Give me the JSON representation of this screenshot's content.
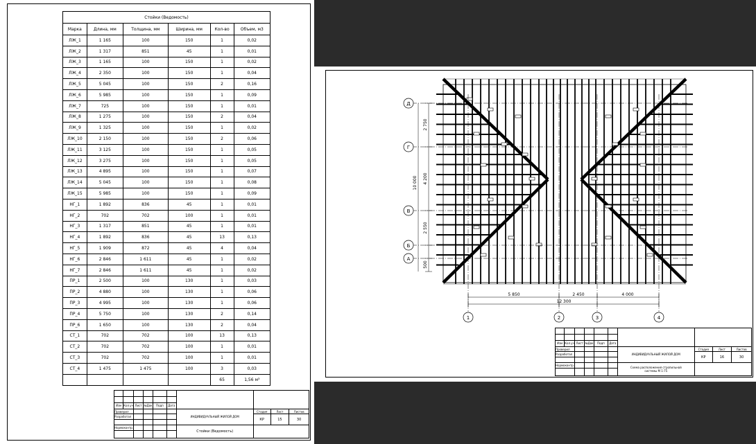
{
  "sheet1": {
    "table_title": "Стойки (Ведомость)",
    "headers": [
      "Марка",
      "Длина, мм",
      "Толщина, мм",
      "Ширина, мм",
      "Кол-во",
      "Объем, м3"
    ],
    "rows": [
      [
        "ЛЖ_1",
        "1 165",
        "100",
        "150",
        "1",
        "0,02"
      ],
      [
        "ЛЖ_2",
        "1 317",
        "851",
        "45",
        "1",
        "0,01"
      ],
      [
        "ЛЖ_3",
        "1 165",
        "100",
        "150",
        "1",
        "0,02"
      ],
      [
        "ЛЖ_4",
        "2 350",
        "100",
        "150",
        "1",
        "0,04"
      ],
      [
        "ЛЖ_5",
        "5 045",
        "100",
        "150",
        "2",
        "0,16"
      ],
      [
        "ЛЖ_6",
        "5 985",
        "100",
        "150",
        "1",
        "0,09"
      ],
      [
        "ЛЖ_7",
        "725",
        "100",
        "150",
        "1",
        "0,01"
      ],
      [
        "ЛЖ_8",
        "1 275",
        "100",
        "150",
        "2",
        "0,04"
      ],
      [
        "ЛЖ_9",
        "1 325",
        "100",
        "150",
        "1",
        "0,02"
      ],
      [
        "ЛЖ_10",
        "2 150",
        "100",
        "150",
        "2",
        "0,06"
      ],
      [
        "ЛЖ_11",
        "3 125",
        "100",
        "150",
        "1",
        "0,05"
      ],
      [
        "ЛЖ_12",
        "3 275",
        "100",
        "150",
        "1",
        "0,05"
      ],
      [
        "ЛЖ_13",
        "4 895",
        "100",
        "150",
        "1",
        "0,07"
      ],
      [
        "ЛЖ_14",
        "5 045",
        "100",
        "150",
        "1",
        "0,08"
      ],
      [
        "ЛЖ_15",
        "5 985",
        "100",
        "150",
        "1",
        "0,09"
      ],
      [
        "НГ_1",
        "1 892",
        "836",
        "45",
        "1",
        "0,01"
      ],
      [
        "НГ_2",
        "702",
        "702",
        "100",
        "1",
        "0,01"
      ],
      [
        "НГ_3",
        "1 317",
        "851",
        "45",
        "1",
        "0,01"
      ],
      [
        "НГ_4",
        "1 892",
        "836",
        "45",
        "13",
        "0,13"
      ],
      [
        "НГ_5",
        "1 909",
        "872",
        "45",
        "4",
        "0,04"
      ],
      [
        "НГ_6",
        "2 846",
        "1 611",
        "45",
        "1",
        "0,02"
      ],
      [
        "НГ_7",
        "2 846",
        "1 611",
        "45",
        "1",
        "0,02"
      ],
      [
        "ПР_1",
        "2 500",
        "100",
        "130",
        "1",
        "0,03"
      ],
      [
        "ПР_2",
        "4 880",
        "100",
        "130",
        "1",
        "0,06"
      ],
      [
        "ПР_3",
        "4 995",
        "100",
        "130",
        "1",
        "0,06"
      ],
      [
        "ПР_4",
        "5 750",
        "100",
        "130",
        "2",
        "0,14"
      ],
      [
        "ПР_6",
        "1 650",
        "100",
        "130",
        "2",
        "0,04"
      ],
      [
        "СТ_1",
        "702",
        "702",
        "100",
        "13",
        "0,13"
      ],
      [
        "СТ_2",
        "702",
        "702",
        "100",
        "1",
        "0,01"
      ],
      [
        "СТ_3",
        "702",
        "702",
        "100",
        "1",
        "0,01"
      ],
      [
        "СТ_4",
        "1 475",
        "1 475",
        "100",
        "3",
        "0,03"
      ]
    ],
    "total_count": "65",
    "total_volume": "1,56 м³",
    "stamp": {
      "cols": [
        "Изм",
        "Кол.уч",
        "Лист",
        "№Док",
        "Подп",
        "Дата"
      ],
      "checked": "Проверил",
      "developed": "Разработал",
      "norm_control": "Нормоконтр.",
      "project": "ИНДИВИДУАЛЬНЫЙ ЖИЛОЙ ДОМ",
      "sheet_name": "Стойки (Ведомость)",
      "stage_h": "Стадия",
      "sheet_h": "Лист",
      "sheets_h": "Листов",
      "stage": "КР",
      "sheet": "15",
      "sheets": "30"
    }
  },
  "sheet2": {
    "axes_rows": [
      "Д",
      "Г",
      "В",
      "Б",
      "А"
    ],
    "axes_cols": [
      "1",
      "2",
      "3",
      "4"
    ],
    "left_dims": [
      "2 750",
      "4 200",
      "2 550",
      "500"
    ],
    "total_left_dim": "10 000",
    "bottom_dims": [
      "5 850",
      "2 450",
      "4 000"
    ],
    "total_bottom_dim": "12 300",
    "stamp": {
      "cols": [
        "Изм",
        "Кол.уч",
        "Лист",
        "№Док",
        "Подп",
        "Дата"
      ],
      "checked": "Проверил",
      "developed": "Разработал",
      "norm_control": "Нормоконтр.",
      "project": "ИНДИВИДУАЛЬНЫЙ ЖИЛОЙ ДОМ",
      "sheet_name_1": "Схема расположения стропильной",
      "sheet_name_2": "системы М 1:75",
      "stage_h": "Стадия",
      "sheet_h": "Лист",
      "sheets_h": "Листов",
      "stage": "КР",
      "sheet": "16",
      "sheets": "30"
    }
  }
}
